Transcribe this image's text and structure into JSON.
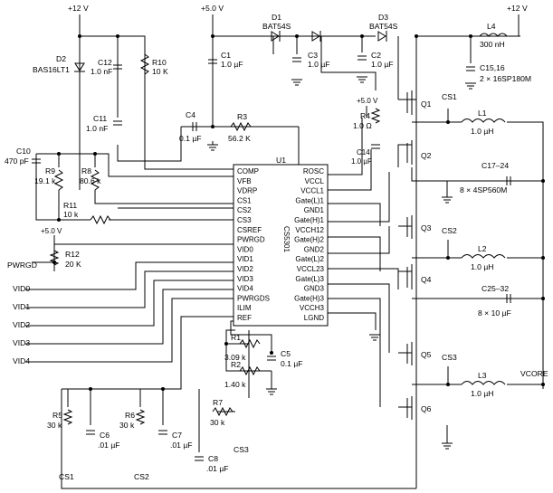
{
  "rails": {
    "v12_left": "+12 V",
    "v5_top": "+5.0 V",
    "v12_right": "+12 V",
    "v5_mid": "+5.0 V",
    "v5_left": "+5.0 V"
  },
  "ic": {
    "ref": "U1",
    "part": "CS5301",
    "left_pins": [
      "COMP",
      "VFB",
      "VDRP",
      "CS1",
      "CS2",
      "CS3",
      "CSREF",
      "PWRGD",
      "VID0",
      "VID1",
      "VID2",
      "VID3",
      "VID4",
      "PWRGDS",
      "ILIM",
      "REF"
    ],
    "right_pins": [
      "ROSC",
      "VCCL",
      "VCCL1",
      "Gate(L)1",
      "GND1",
      "Gate(H)1",
      "VCCH12",
      "Gate(H)2",
      "GND2",
      "Gate(L)2",
      "VCCL23",
      "Gate(L)3",
      "GND3",
      "Gate(H)3",
      "VCCH3",
      "LGND"
    ]
  },
  "components": {
    "d1": {
      "ref": "D1",
      "value": "BAT54S"
    },
    "d2": {
      "ref": "D2",
      "value": "BAS16LT1"
    },
    "d3": {
      "ref": "D3",
      "value": "BAT54S"
    },
    "c1": {
      "ref": "C1",
      "value": "1.0 µF"
    },
    "c2": {
      "ref": "C2",
      "value": "1.0 µF"
    },
    "c3": {
      "ref": "C3",
      "value": "1.0 µF"
    },
    "c4": {
      "ref": "C4",
      "value": "0.1 µF"
    },
    "c5": {
      "ref": "C5",
      "value": "0.1 µF"
    },
    "c6": {
      "ref": "C6",
      "value": ".01 µF"
    },
    "c7": {
      "ref": "C7",
      "value": ".01 µF"
    },
    "c8": {
      "ref": "C8",
      "value": ".01 µF"
    },
    "c10": {
      "ref": "C10",
      "value": "470 pF"
    },
    "c11": {
      "ref": "C11",
      "value": "1.0 nF"
    },
    "c12": {
      "ref": "C12",
      "value": "1.0 nF"
    },
    "c14": {
      "ref": "C14",
      "value": "1.0 µF"
    },
    "c1516": {
      "ref": "C15,16",
      "value": "2 × 16SP180M"
    },
    "c1724": {
      "ref": "C17–24",
      "value": "8 × 4SP560M"
    },
    "c2532": {
      "ref": "C25–32",
      "value": "8 × 10 µF"
    },
    "r1": {
      "ref": "R1",
      "value": "3.09 k"
    },
    "r2": {
      "ref": "R2",
      "value": "1.40 k"
    },
    "r3": {
      "ref": "R3",
      "value": "56.2 K"
    },
    "r4": {
      "ref": "R4",
      "value": "1.0 Ω"
    },
    "r5": {
      "ref": "R5",
      "value": "30 k"
    },
    "r6": {
      "ref": "R6",
      "value": "30 k"
    },
    "r7": {
      "ref": "R7",
      "value": "30 k"
    },
    "r8": {
      "ref": "R8",
      "value": "80.6 k"
    },
    "r9": {
      "ref": "R9",
      "value": "19.1 k"
    },
    "r10": {
      "ref": "R10",
      "value": "10 K"
    },
    "r11": {
      "ref": "R11",
      "value": "10 k"
    },
    "r12": {
      "ref": "R12",
      "value": "20 K"
    },
    "l1": {
      "ref": "L1",
      "value": "1.0 µH"
    },
    "l2": {
      "ref": "L2",
      "value": "1.0 µH"
    },
    "l3": {
      "ref": "L3",
      "value": "1.0 µH"
    },
    "l4": {
      "ref": "L4",
      "value": "300 nH"
    },
    "q1": {
      "ref": "Q1"
    },
    "q2": {
      "ref": "Q2"
    },
    "q3": {
      "ref": "Q3"
    },
    "q4": {
      "ref": "Q4"
    },
    "q5": {
      "ref": "Q5"
    },
    "q6": {
      "ref": "Q6"
    }
  },
  "nets": {
    "cs1_top": "CS1",
    "cs2_top": "CS2",
    "cs3_top": "CS3",
    "cs1_bot": "CS1",
    "cs2_bot": "CS2",
    "cs3_bot": "CS3",
    "pwrgd": "PWRGD",
    "vid0": "VID0",
    "vid1": "VID1",
    "vid2": "VID2",
    "vid3": "VID3",
    "vid4": "VID4",
    "vcore": "VCORE"
  }
}
